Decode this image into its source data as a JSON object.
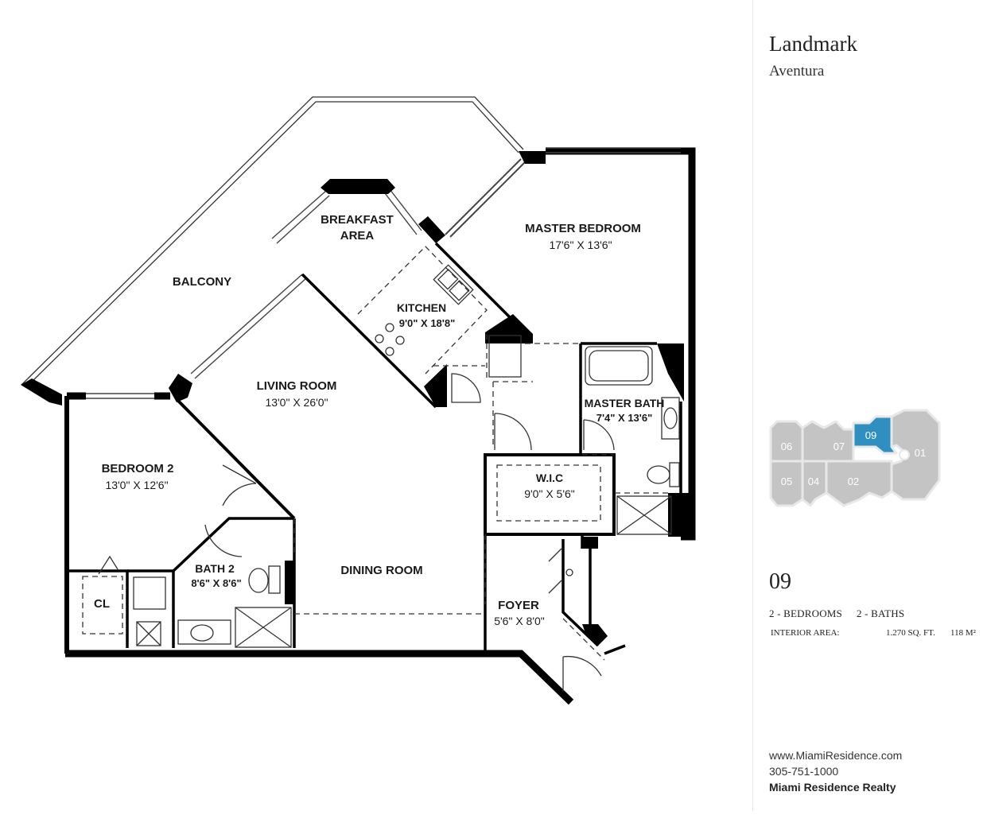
{
  "building": {
    "name": "Landmark",
    "city": "Aventura"
  },
  "unit": {
    "number": "09",
    "bedrooms": "2 - BEDROOMS",
    "baths": "2 - BATHS",
    "area_label": "INTERIOR AREA:",
    "area_sqft": "1.270 SQ. FT.",
    "area_m2": "118 M²"
  },
  "contact": {
    "website": "www.MiamiResidence.com",
    "phone": "305-751-1000",
    "company": "Miami Residence Realty"
  },
  "rooms": {
    "balcony": {
      "name": "BALCONY"
    },
    "breakfast": {
      "name_line1": "BREAKFAST",
      "name_line2": "AREA"
    },
    "master_bedroom": {
      "name": "MASTER BEDROOM",
      "dim": "17'6\" X 13'6\""
    },
    "kitchen": {
      "name": "KITCHEN",
      "dim": "9'0\" X 18'8\""
    },
    "living_room": {
      "name": "LIVING ROOM",
      "dim": "13'0\" X 26'0\""
    },
    "master_bath": {
      "name": "MASTER BATH",
      "dim": "7'4\" X 13'6\""
    },
    "bedroom2": {
      "name": "BEDROOM 2",
      "dim": "13'0\" X 12'6\""
    },
    "wic": {
      "name": "W.I.C",
      "dim": "9'0\" X 5'6\""
    },
    "bath2": {
      "name": "BATH 2",
      "dim": "8'6\" X 8'6\""
    },
    "closet": {
      "name": "CL"
    },
    "dining_room": {
      "name": "DINING ROOM"
    },
    "foyer": {
      "name": "FOYER",
      "dim": "5'6\" X 8'0\""
    }
  },
  "keyplan": {
    "highlight_color": "#2e8fc0",
    "unit_color": "#c4c4c4",
    "units": [
      "06",
      "07",
      "09",
      "01",
      "05",
      "04",
      "02"
    ],
    "highlighted": "09"
  }
}
